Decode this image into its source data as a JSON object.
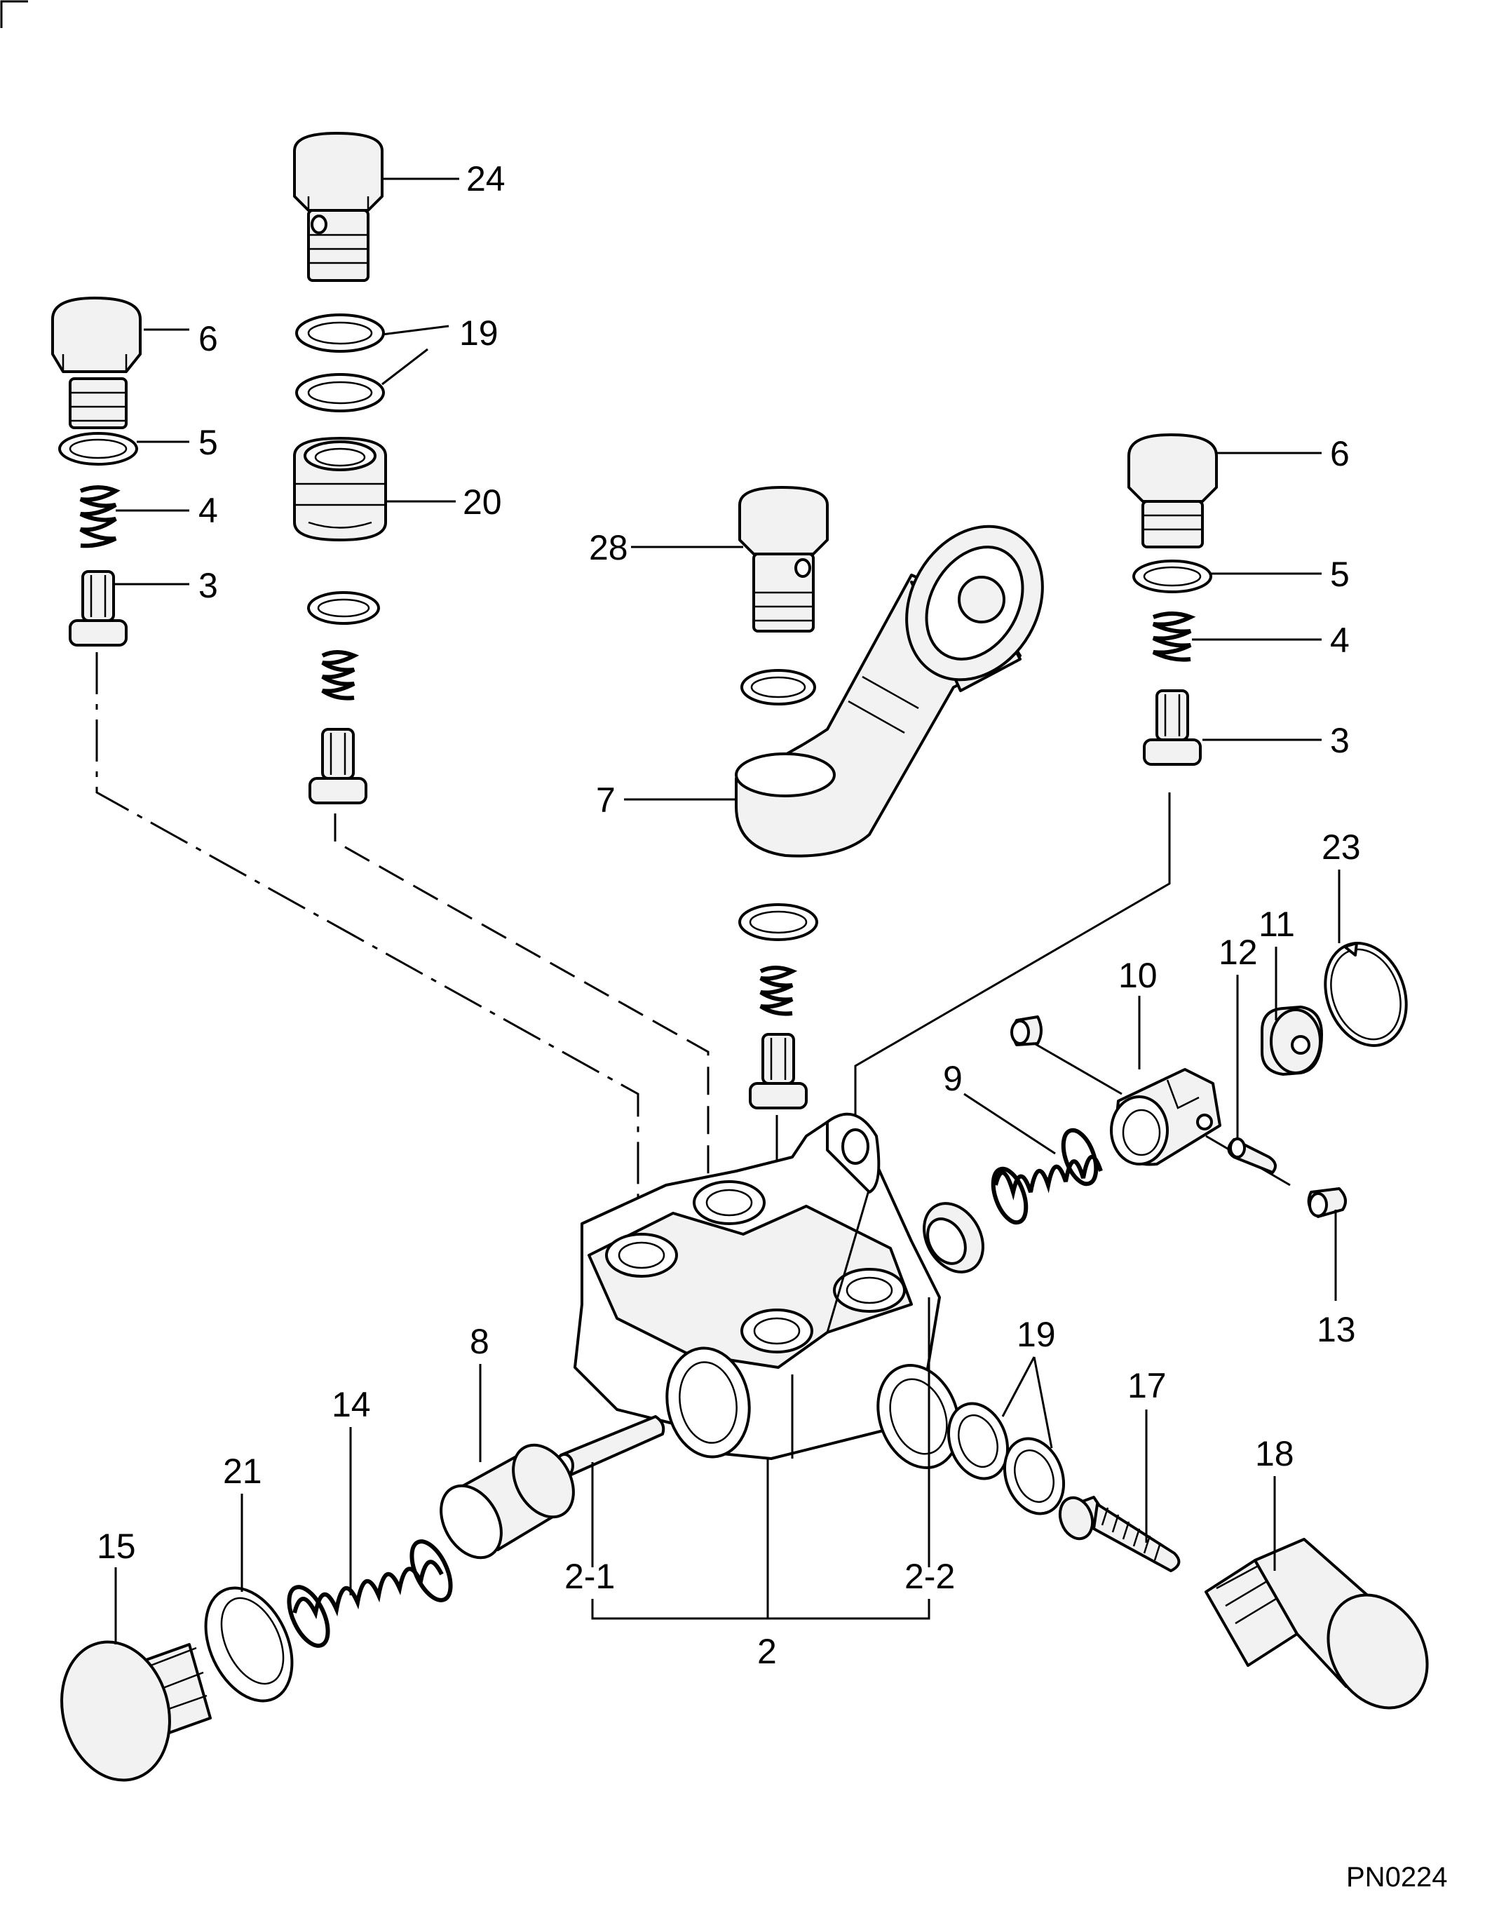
{
  "diagram": {
    "reference_code": "PN0224",
    "callouts": {
      "c24": "24",
      "c19_top": "19",
      "c6_left": "6",
      "c5_left": "5",
      "c4_left": "4",
      "c3_left": "3",
      "c20": "20",
      "c28": "28",
      "c7": "7",
      "c6_right": "6",
      "c5_right": "5",
      "c4_right": "4",
      "c3_right": "3",
      "c23": "23",
      "c11": "11",
      "c12": "12",
      "c10": "10",
      "c9": "9",
      "c13": "13",
      "c8": "8",
      "c19_bottom": "19",
      "c17": "17",
      "c14": "14",
      "c21": "21",
      "c15": "15",
      "c18": "18",
      "c2_1": "2-1",
      "c2_2": "2-2",
      "c2": "2"
    }
  }
}
